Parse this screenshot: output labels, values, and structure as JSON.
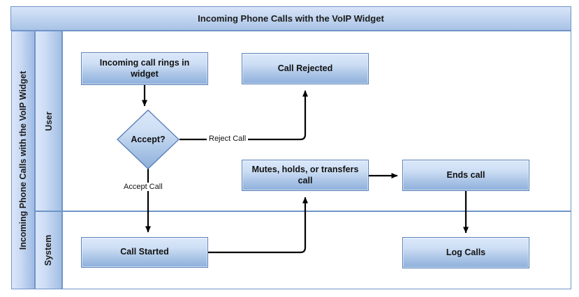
{
  "pool": {
    "title": "Incoming Phone Calls with the VoIP Widget",
    "label": "Incoming Phone Calls with the VoIP Widget"
  },
  "lanes": [
    {
      "id": "user",
      "label": "User"
    },
    {
      "id": "system",
      "label": "System"
    }
  ],
  "nodes": [
    {
      "id": "incoming-call",
      "label": "Incoming call rings in widget",
      "shape": "rectangle",
      "lane": "user"
    },
    {
      "id": "call-rejected",
      "label": "Call Rejected",
      "shape": "rectangle",
      "lane": "user"
    },
    {
      "id": "accept-decision",
      "label": "Accept?",
      "shape": "diamond",
      "lane": "user"
    },
    {
      "id": "mutes-holds-transfers",
      "label": "Mutes, holds, or transfers call",
      "shape": "rectangle",
      "lane": "user"
    },
    {
      "id": "ends-call",
      "label": "Ends call",
      "shape": "rectangle",
      "lane": "user"
    },
    {
      "id": "call-started",
      "label": "Call Started",
      "shape": "rectangle",
      "lane": "system"
    },
    {
      "id": "log-calls",
      "label": "Log Calls",
      "shape": "rectangle",
      "lane": "system"
    }
  ],
  "edges": [
    {
      "id": "incoming-to-decision",
      "from": "incoming-call",
      "to": "accept-decision",
      "label": ""
    },
    {
      "id": "decision-to-rejected",
      "from": "accept-decision",
      "to": "call-rejected",
      "label": "Reject Call"
    },
    {
      "id": "decision-to-started",
      "from": "accept-decision",
      "to": "call-started",
      "label": "Accept Call"
    },
    {
      "id": "started-to-mutes",
      "from": "call-started",
      "to": "mutes-holds-transfers",
      "label": ""
    },
    {
      "id": "mutes-to-ends",
      "from": "mutes-holds-transfers",
      "to": "ends-call",
      "label": ""
    },
    {
      "id": "ends-to-log",
      "from": "ends-call",
      "to": "log-calls",
      "label": ""
    }
  ],
  "colors": {
    "node_border": "#5b80b8",
    "node_fill_top": "#dce8fb",
    "node_fill_bottom": "#8eb0db",
    "lane_border": "#6f94c8",
    "connector": "#000000",
    "text": "#111111"
  }
}
